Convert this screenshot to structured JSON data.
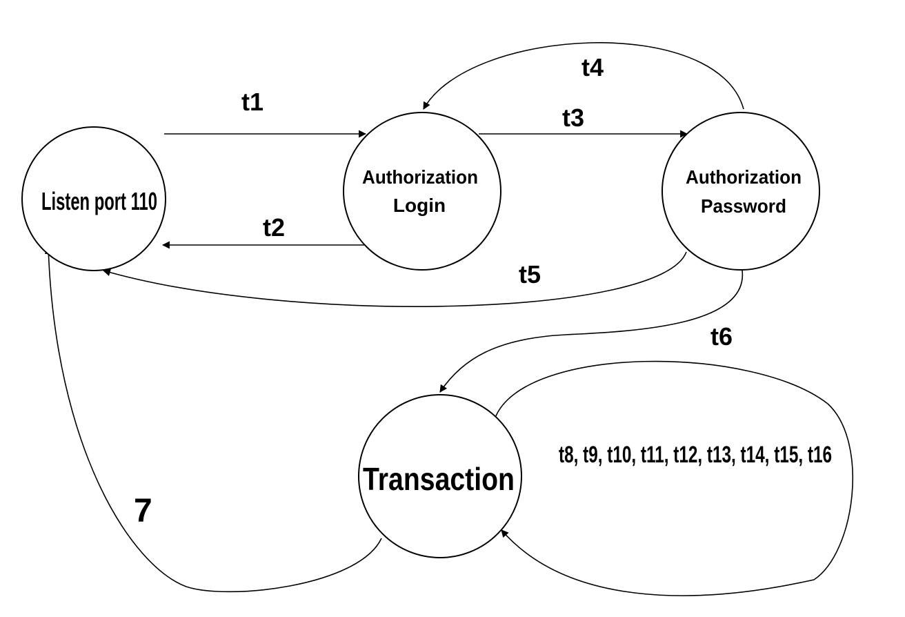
{
  "states": {
    "listen": "Listen port 110",
    "auth_login": [
      "Authorization",
      "Login"
    ],
    "auth_password": [
      "Authorization",
      "Password"
    ],
    "transaction": "Transaction"
  },
  "transitions": {
    "t1": "t1",
    "t2": "t2",
    "t3": "t3",
    "t4": "t4",
    "t5": "t5",
    "t6": "t6",
    "t7": "7",
    "loop": "t8, t9, t10, t11, t12, t13, t14, t15, t16"
  }
}
